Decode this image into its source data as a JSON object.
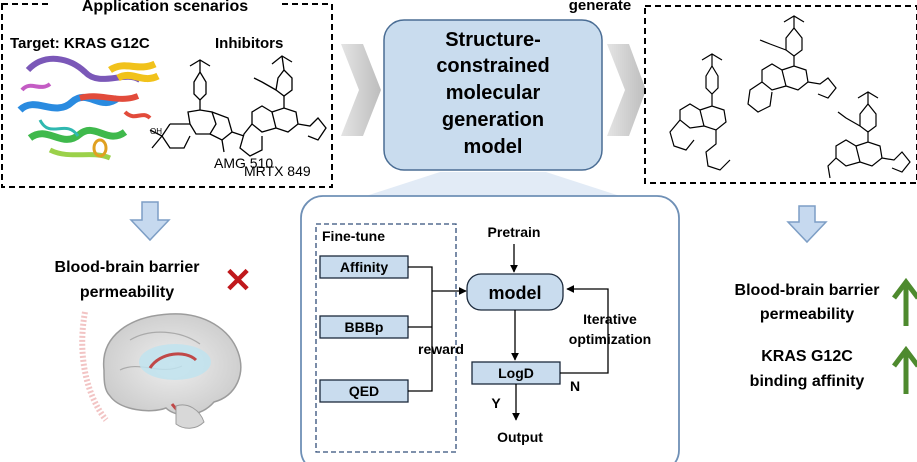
{
  "scenarios": {
    "title": "Application scenarios",
    "target_label": "Target: KRAS G12C",
    "inhibitors_label": "Inhibitors",
    "drug1": "AMG 510",
    "drug2": "MRTX 849"
  },
  "generate_label": "generate",
  "model_box": {
    "line1": "Structure-",
    "line2": "constrained",
    "line3": "molecular",
    "line4": "generation",
    "line5": "model"
  },
  "left_outcome": {
    "line1": "Blood-brain barrier",
    "line2": "permeability",
    "mark": "✕",
    "mark_color": "#c0181c"
  },
  "right_outcome": {
    "item1_line1": "Blood-brain barrier",
    "item1_line2": "permeability",
    "item2_line1": "KRAS G12C",
    "item2_line2": "binding affinity",
    "arrow_color": "#4e8a2e"
  },
  "workflow": {
    "finetune_label": "Fine-tune",
    "rewards": [
      "Affinity",
      "BBBp",
      "QED"
    ],
    "reward_label": "reward",
    "pretrain_label": "Pretrain",
    "model_label": "model",
    "iterative_line1": "Iterative",
    "iterative_line2": "optimization",
    "logd_label": "LogD",
    "n_label": "N",
    "y_label": "Y",
    "output_label": "Output"
  },
  "colors": {
    "box_fill": "#c9dcee",
    "box_stroke": "#4a6d94",
    "chevron": "#c8c8c8",
    "down_arrow_fill": "#c6d9ef",
    "down_arrow_stroke": "#7d9ec5"
  }
}
